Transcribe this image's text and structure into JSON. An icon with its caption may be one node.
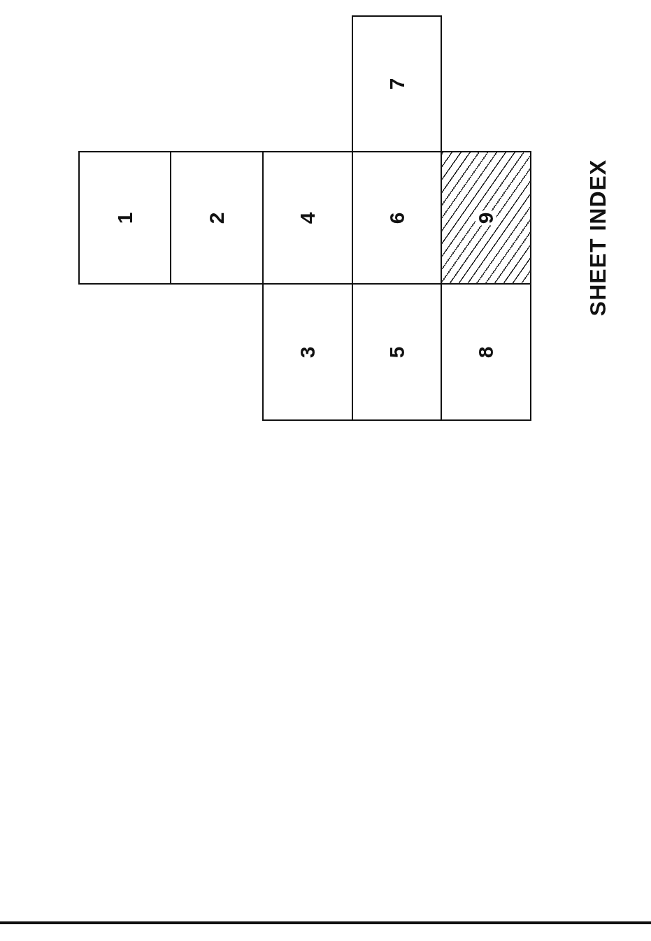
{
  "diagram": {
    "title": "SHEET INDEX",
    "nodes": [
      {
        "text": [
          "1"
        ]
      },
      {
        "text": [
          "2"
        ]
      },
      {
        "text": [
          "3"
        ]
      },
      {
        "text": [
          "4"
        ]
      },
      {
        "text": [
          "5"
        ]
      },
      {
        "text": [
          "6"
        ]
      },
      {
        "text": [
          "7"
        ]
      },
      {
        "text": [
          "8"
        ]
      },
      {
        "text": [
          "9"
        ]
      }
    ],
    "edges": []
  }
}
